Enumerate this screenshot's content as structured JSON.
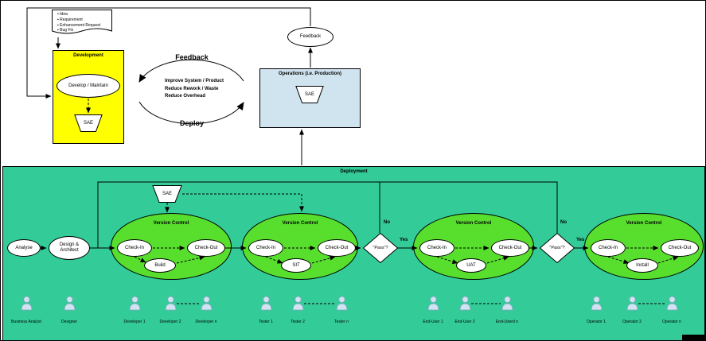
{
  "colors": {
    "development_box": "#ffff00",
    "operations_box": "#cfe4ef",
    "deployment_box": "#33cc99",
    "version_control_ellipse": "#58df2e",
    "node_fill": "#ffffff",
    "line": "#000000"
  },
  "intake_document": {
    "items": [
      "Idea",
      "Requirement",
      "Enhancement Request",
      "Bug Fix"
    ]
  },
  "development": {
    "title": "Development",
    "process": "Develop / Maintain",
    "sae": "SAE"
  },
  "cycle": {
    "top_label": "Feedback",
    "bottom_label": "Deploy",
    "benefits": [
      "Improve System / Product",
      "Reduce Rework / Waste",
      "Reduce Overhead"
    ]
  },
  "operations": {
    "title": "Operations (i.e. Production)",
    "sae": "SAE"
  },
  "feedback_node": "Feedback",
  "deployment": {
    "title": "Deployment",
    "sae": "SAE",
    "analyse": "Analyse",
    "design": "Design & Architect",
    "vc_groups": [
      {
        "title": "Version Control",
        "check_in": "Check-In",
        "step": "Build",
        "check_out": "Check-Out"
      },
      {
        "title": "Version Control",
        "check_in": "Check-In",
        "step": "SIT",
        "check_out": "Check-Out"
      },
      {
        "title": "Version Control",
        "check_in": "Check-In",
        "step": "UAT",
        "check_out": "Check-Out"
      },
      {
        "title": "Version Control",
        "check_in": "Check-In",
        "step": "Install",
        "check_out": "Check-Out"
      }
    ],
    "decisions": [
      {
        "label": "\"Pass\"?",
        "no": "No",
        "yes": "Yes"
      },
      {
        "label": "\"Pass\"?",
        "no": "No",
        "yes": "Yes"
      }
    ],
    "people": [
      {
        "label": "Business Analyst"
      },
      {
        "label": "Designer"
      },
      {
        "label": "Developer 1"
      },
      {
        "label": "Developer 2"
      },
      {
        "label": "Developer n"
      },
      {
        "label": "Tester 1"
      },
      {
        "label": "Tester 2"
      },
      {
        "label": "Tester n"
      },
      {
        "label": "End-User 1"
      },
      {
        "label": "End-User 2"
      },
      {
        "label": "End-Userd n"
      },
      {
        "label": "Operator 1"
      },
      {
        "label": "Operator 2"
      },
      {
        "label": "Operator n"
      }
    ]
  }
}
